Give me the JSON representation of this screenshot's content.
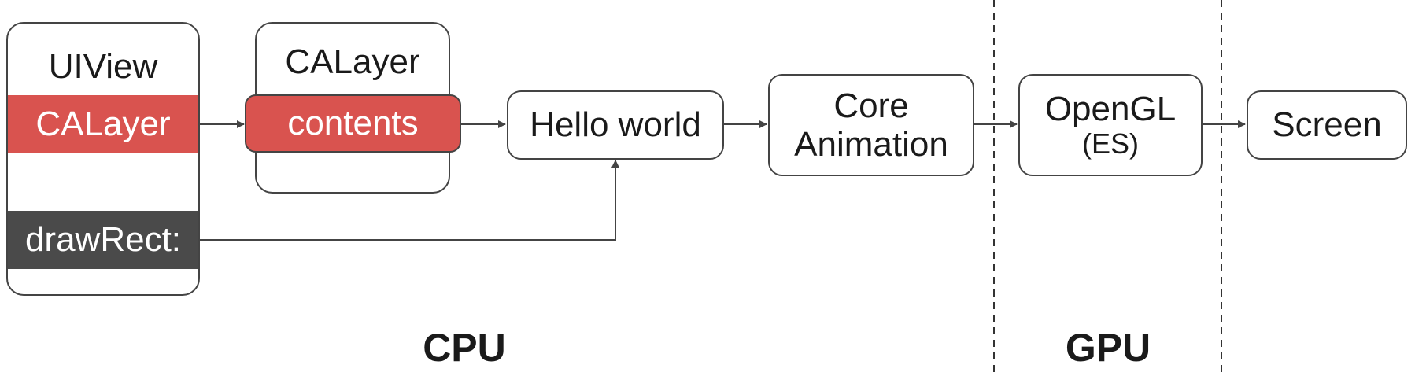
{
  "uiview": {
    "title": "UIView",
    "layer_label": "CALayer",
    "method_label": "drawRect:"
  },
  "calayer": {
    "title": "CALayer",
    "contents_label": "contents"
  },
  "hello": {
    "label": "Hello world"
  },
  "core_animation": {
    "line1": "Core",
    "line2": "Animation"
  },
  "opengl": {
    "line1": "OpenGL",
    "line2": "(ES)"
  },
  "screen": {
    "label": "Screen"
  },
  "sections": {
    "cpu": "CPU",
    "gpu": "GPU"
  },
  "colors": {
    "accent_red": "#d9534f",
    "dark_band": "#4a4a4a",
    "line": "#444444"
  }
}
